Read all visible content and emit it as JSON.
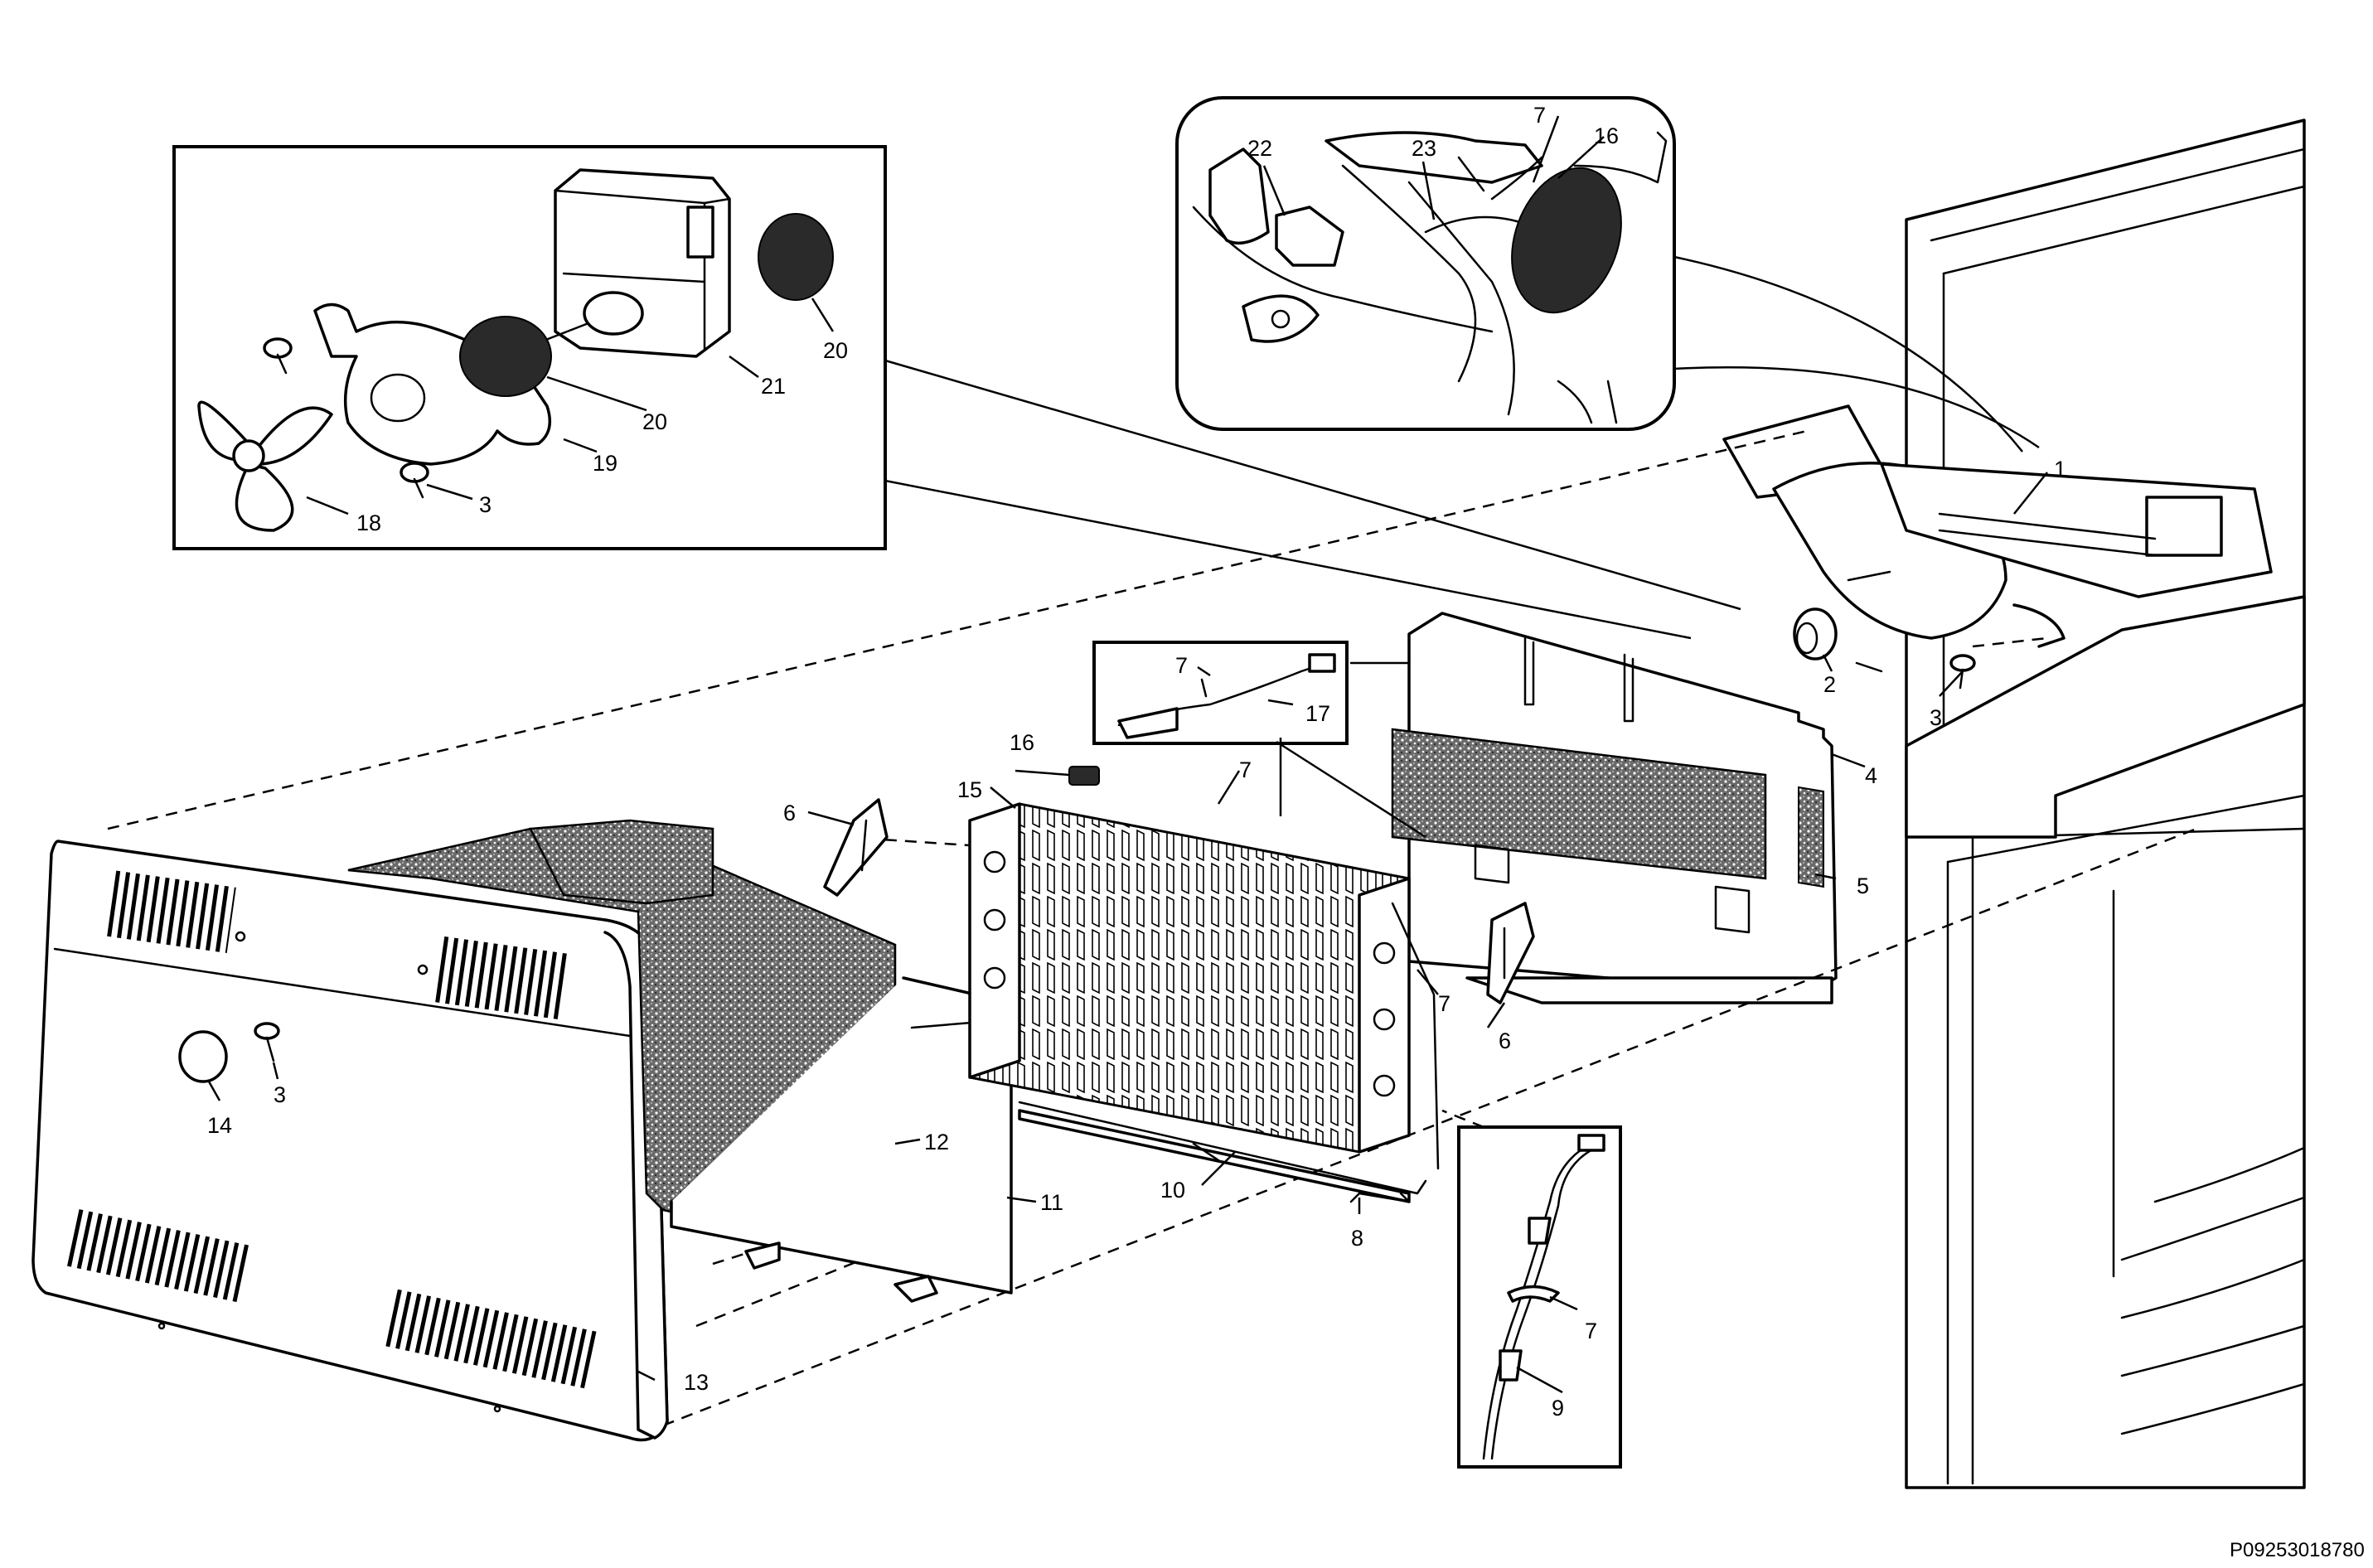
{
  "diagram": {
    "colors": {
      "ink": "#000000",
      "paper": "#ffffff",
      "foam": "#5a5a5a"
    },
    "drawing_code": "P09253018780",
    "callouts": {
      "c1": "1",
      "c2": "2",
      "c3a": "3",
      "c3b": "3",
      "c3c": "3",
      "c4": "4",
      "c5": "5",
      "c6a": "6",
      "c6b": "6",
      "c7a": "7",
      "c7b": "7",
      "c7c": "7",
      "c7d": "7",
      "c7e": "7",
      "c8": "8",
      "c9": "9",
      "c10": "10",
      "c11": "11",
      "c12": "12",
      "c13": "13",
      "c14": "14",
      "c15": "15",
      "c16a": "16",
      "c16b": "16",
      "c17": "17",
      "c18": "18",
      "c19": "19",
      "c20a": "20",
      "c20b": "20",
      "c21": "21",
      "c22": "22",
      "c23": "23"
    }
  }
}
